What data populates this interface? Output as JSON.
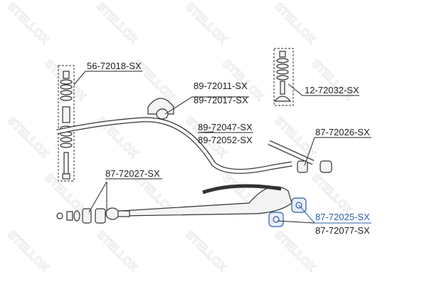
{
  "watermark": "STELLOX",
  "colors": {
    "highlight": "#2a5fa8",
    "text": "#222222",
    "part_outline": "#333333",
    "part_fill": "#f4f4f4"
  },
  "labels": [
    {
      "id": "stabilizer-link-left",
      "text": "56-72018-SX",
      "highlighted": false
    },
    {
      "id": "stabilizer-bushing-a",
      "text": "89-72011-SX",
      "highlighted": false
    },
    {
      "id": "stabilizer-bushing-b",
      "text": "89-72017-SX",
      "highlighted": false
    },
    {
      "id": "stabilizer-link-right",
      "text": "12-72032-SX",
      "highlighted": false
    },
    {
      "id": "stabilizer-bar-a",
      "text": "89-72047-SX",
      "highlighted": false
    },
    {
      "id": "stabilizer-bar-b",
      "text": "89-72052-SX",
      "highlighted": false
    },
    {
      "id": "arm-bushing-upper",
      "text": "87-72026-SX",
      "highlighted": false
    },
    {
      "id": "strut-bushing",
      "text": "87-72027-SX",
      "highlighted": false
    },
    {
      "id": "arm-bushing-front",
      "text": "87-72025-SX",
      "highlighted": true
    },
    {
      "id": "arm-bushing-rear",
      "text": "87-72077-SX",
      "highlighted": false
    }
  ]
}
